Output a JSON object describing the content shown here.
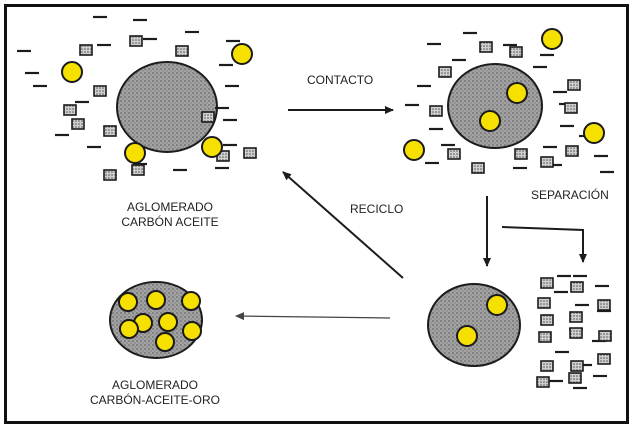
{
  "labels": {
    "contacto": "CONTACTO",
    "separacion": "SEPARACIÓN",
    "reciclo": "RECICLO",
    "agl_carbon_aceite_1": "AGLOMERADO",
    "agl_carbon_aceite_2": "CARBÓN ACEITE",
    "agl_oro_1": "AGLOMERADO",
    "agl_oro_2": "CARBÓN-ACEITE-ORO"
  },
  "colors": {
    "gold": "#f5e000",
    "gold_stroke": "#1a1a1a",
    "carbon_fill": "#9a9a9a",
    "ink": "#1c1c1c"
  },
  "icons": {
    "gold_particle": "yellow-circle",
    "mineral_particle": "hatched-square",
    "oil_droplet": "dash",
    "agglomerate": "hatched-ellipse"
  }
}
